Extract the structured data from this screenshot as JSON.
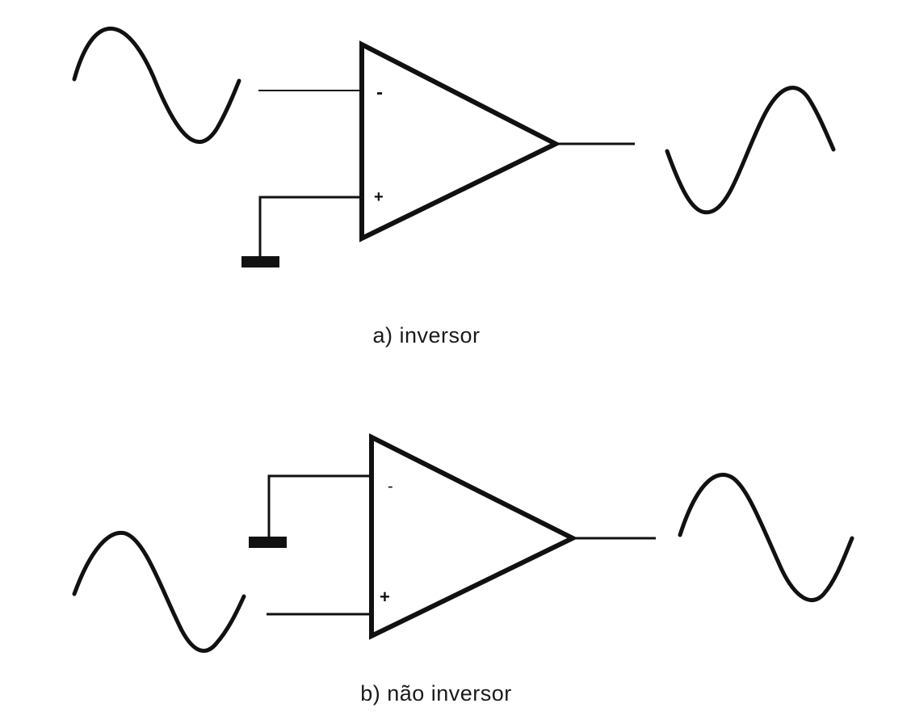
{
  "diagrams": [
    {
      "id": "a",
      "caption": "a) inversor",
      "minus_label": "-",
      "plus_label": "+"
    },
    {
      "id": "b",
      "caption": "b) não inversor",
      "minus_label": "-",
      "plus_label": "+"
    }
  ],
  "colors": {
    "line": "#111111",
    "background": "#ffffff"
  }
}
